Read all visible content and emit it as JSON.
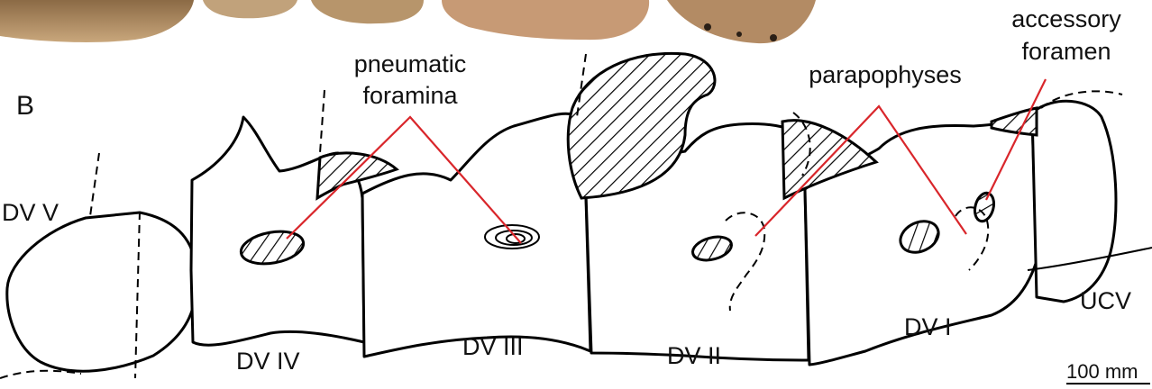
{
  "panel_label": "B",
  "callouts": {
    "pneumatic_line1": "pneumatic",
    "pneumatic_line2": "foramina",
    "parapophyses": "parapophyses",
    "accessory_line1": "accessory",
    "accessory_line2": "foramen"
  },
  "vertebrae": [
    "DV V",
    "DV IV",
    "DV III",
    "DV II",
    "DV I",
    "UCV"
  ],
  "scale_bar": "100 mm",
  "colors": {
    "leader": "#d9262b",
    "photo": "#b08a5e",
    "outline": "#000000"
  }
}
